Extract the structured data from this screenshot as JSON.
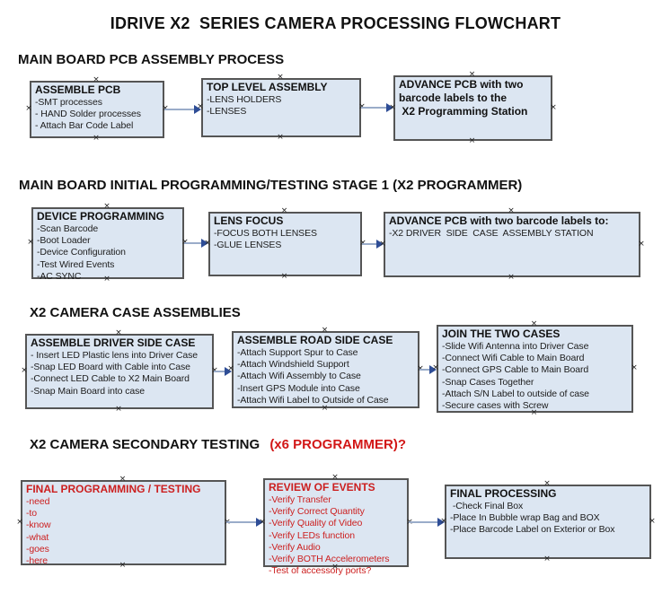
{
  "icons": {
    "handle": "×"
  },
  "colors": {
    "box_fill": "#dce6f2",
    "box_border": "#555555",
    "arrow_line": "#9aacc9",
    "arrow_head": "#2e4d96",
    "red_text": "#cc1f1f",
    "heading_red": "#d21717"
  },
  "title": "IDRIVE X2  SERIES CAMERA PROCESSING FLOWCHART",
  "sections": [
    {
      "heading": "MAIN BOARD PCB ASSEMBLY PROCESS",
      "heading_red": ""
    },
    {
      "heading": "MAIN BOARD INITIAL PROGRAMMING/TESTING STAGE 1 (X2 PROGRAMMER)",
      "heading_red": ""
    },
    {
      "heading": "X2 CAMERA CASE ASSEMBLIES",
      "heading_red": ""
    },
    {
      "heading": "X2 CAMERA SECONDARY TESTING ",
      "heading_red": "(x6 PROGRAMMER)?"
    }
  ],
  "boxes": {
    "assemble_pcb": {
      "title": "ASSEMBLE PCB",
      "lines": [
        "-SMT processes",
        "- HAND Solder processes",
        "- Attach Bar Code Label"
      ]
    },
    "top_level_assembly": {
      "title": "TOP LEVEL ASSEMBLY",
      "lines": [
        "-LENS HOLDERS",
        "-LENSES"
      ]
    },
    "advance_pcb_station": {
      "title": "ADVANCE PCB with two",
      "lines": [
        "barcode labels to the",
        " X2 Programming Station"
      ]
    },
    "device_programming": {
      "title": "DEVICE PROGRAMMING",
      "lines": [
        "-Scan Barcode",
        "-Boot Loader",
        "-Device Configuration",
        "-Test Wired Events",
        "-AC SYNC"
      ]
    },
    "lens_focus": {
      "title": "LENS FOCUS",
      "lines": [
        "-FOCUS BOTH LENSES",
        "-GLUE LENSES"
      ]
    },
    "advance_pcb_driver_side": {
      "title": "ADVANCE PCB with two barcode labels to:",
      "lines": [
        "-X2 DRIVER  SIDE  CASE  ASSEMBLY STATION"
      ]
    },
    "assemble_driver_side_case": {
      "title": "ASSEMBLE DRIVER SIDE CASE",
      "lines": [
        "- Insert LED Plastic lens into Driver Case",
        "-Snap LED Board with Cable into Case",
        "-Connect LED Cable to X2 Main Board",
        "-Snap Main Board into case"
      ]
    },
    "assemble_road_side_case": {
      "title": "ASSEMBLE ROAD SIDE CASE",
      "lines": [
        "-Attach Support Spur to Case",
        "-Attach Windshield Support",
        "-Attach Wifi Assembly to Case",
        "-Insert GPS Module into Case",
        "-Attach Wifi Label to Outside of Case"
      ]
    },
    "join_the_two_cases": {
      "title": "JOIN THE TWO CASES",
      "lines": [
        "-Slide Wifi Antenna into Driver Case",
        "-Connect Wifi Cable to Main Board",
        "-Connect GPS Cable to Main Board",
        "-Snap Cases Together",
        "-Attach S/N Label to outside of case",
        "-Secure cases with Screw"
      ]
    },
    "final_programming_testing": {
      "title": "FINAL PROGRAMMING / TESTING",
      "lines": [
        "-need",
        "-to",
        "-know",
        "-what",
        "-goes",
        "-here"
      ]
    },
    "review_of_events": {
      "title": "REVIEW OF EVENTS",
      "lines": [
        "-Verify Transfer",
        "-Verify Correct Quantity",
        "-Verify Quality of Video",
        "-Verify LEDs function",
        "-Verify Audio",
        "-Verify BOTH Accelerometers",
        "-Test of accessory ports?"
      ]
    },
    "final_processing": {
      "title": "FINAL PROCESSING",
      "lines": [
        " -Check Final Box",
        "-Place In Bubble wrap Bag and BOX",
        "-Place Barcode Label on Exterior or Box"
      ]
    }
  }
}
